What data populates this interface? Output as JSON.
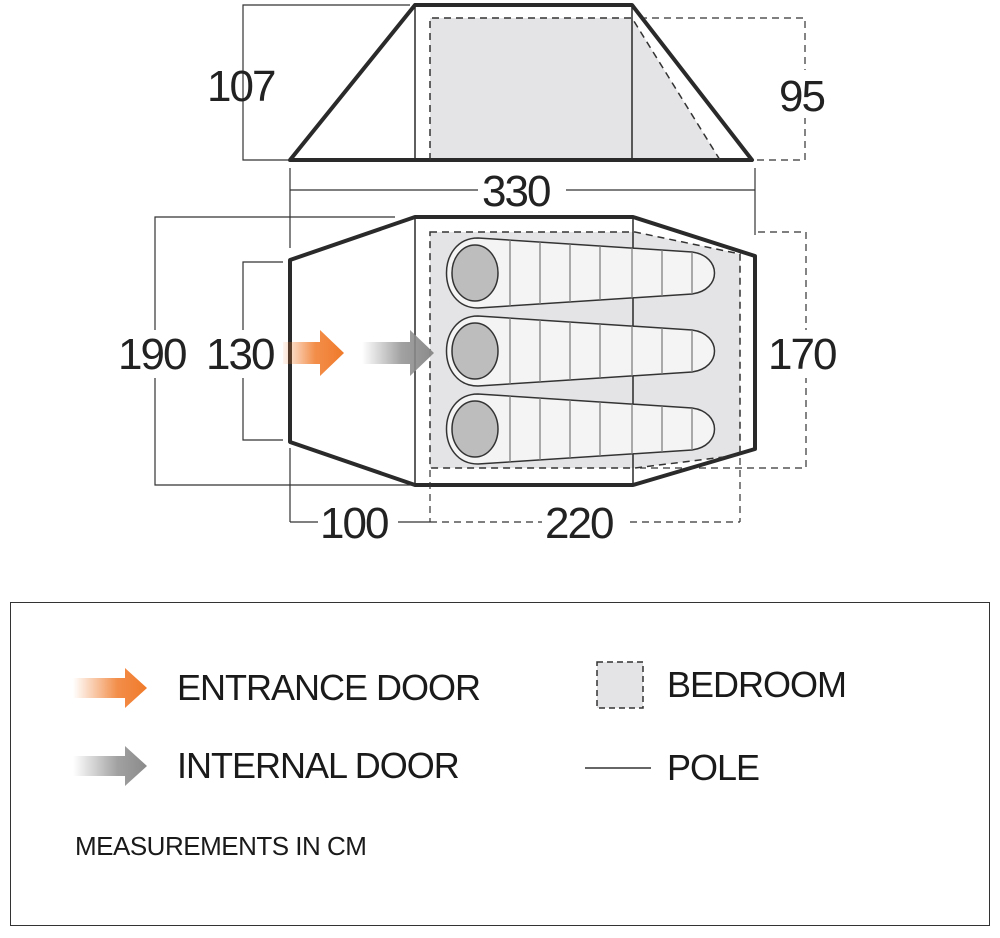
{
  "dimensions": {
    "side_height_total": "107",
    "side_height_bedroom": "95",
    "total_length": "330",
    "total_width": "190",
    "vestibule_width": "130",
    "bedroom_width": "170",
    "vestibule_length": "100",
    "bedroom_length": "220"
  },
  "legend": {
    "entrance_door": "ENTRANCE DOOR",
    "internal_door": "INTERNAL DOOR",
    "bedroom": "BEDROOM",
    "pole": "POLE",
    "note": "MEASUREMENTS IN CM"
  },
  "colors": {
    "entrance_arrow": "#f07a2a",
    "internal_arrow": "#8a8a8a",
    "bedroom_fill": "#e4e4e6",
    "outline": "#2a2a2a"
  },
  "icons": [
    "entrance-door-arrow-icon",
    "internal-door-arrow-icon",
    "bedroom-swatch-icon",
    "pole-line-icon",
    "sleeping-bag-icon"
  ]
}
